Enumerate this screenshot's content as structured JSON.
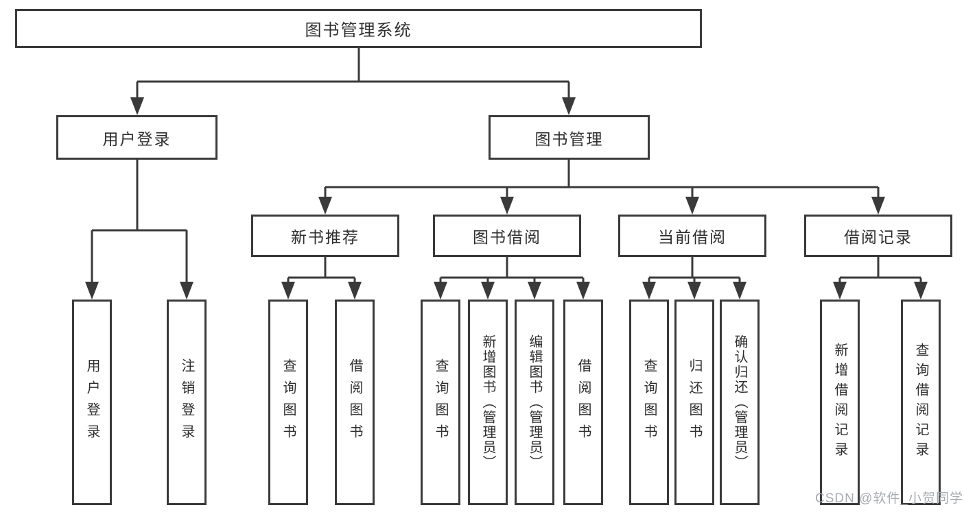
{
  "diagram": {
    "title": "图书管理系统",
    "branches": [
      {
        "label": "用户登录",
        "children": [
          "用户登录",
          "注销登录"
        ]
      },
      {
        "label": "图书管理",
        "sections": [
          {
            "label": "新书推荐",
            "children": [
              "查询图书",
              "借阅图书"
            ]
          },
          {
            "label": "图书借阅",
            "children": [
              "查询图书",
              "新增图书（管理员）",
              "编辑图书（管理员）",
              "借阅图书"
            ]
          },
          {
            "label": "当前借阅",
            "children": [
              "查询图书",
              "归还图书",
              "确认归还（管理员）"
            ]
          },
          {
            "label": "借阅记录",
            "children": [
              "新增借阅记录",
              "查询借阅记录"
            ]
          }
        ]
      }
    ]
  },
  "watermark": "CSDN @软件_小贺同学",
  "colors": {
    "line": "#3a3a3a",
    "text": "#2f2f2f",
    "background": "#ffffff",
    "watermark": "#a8acb1"
  }
}
